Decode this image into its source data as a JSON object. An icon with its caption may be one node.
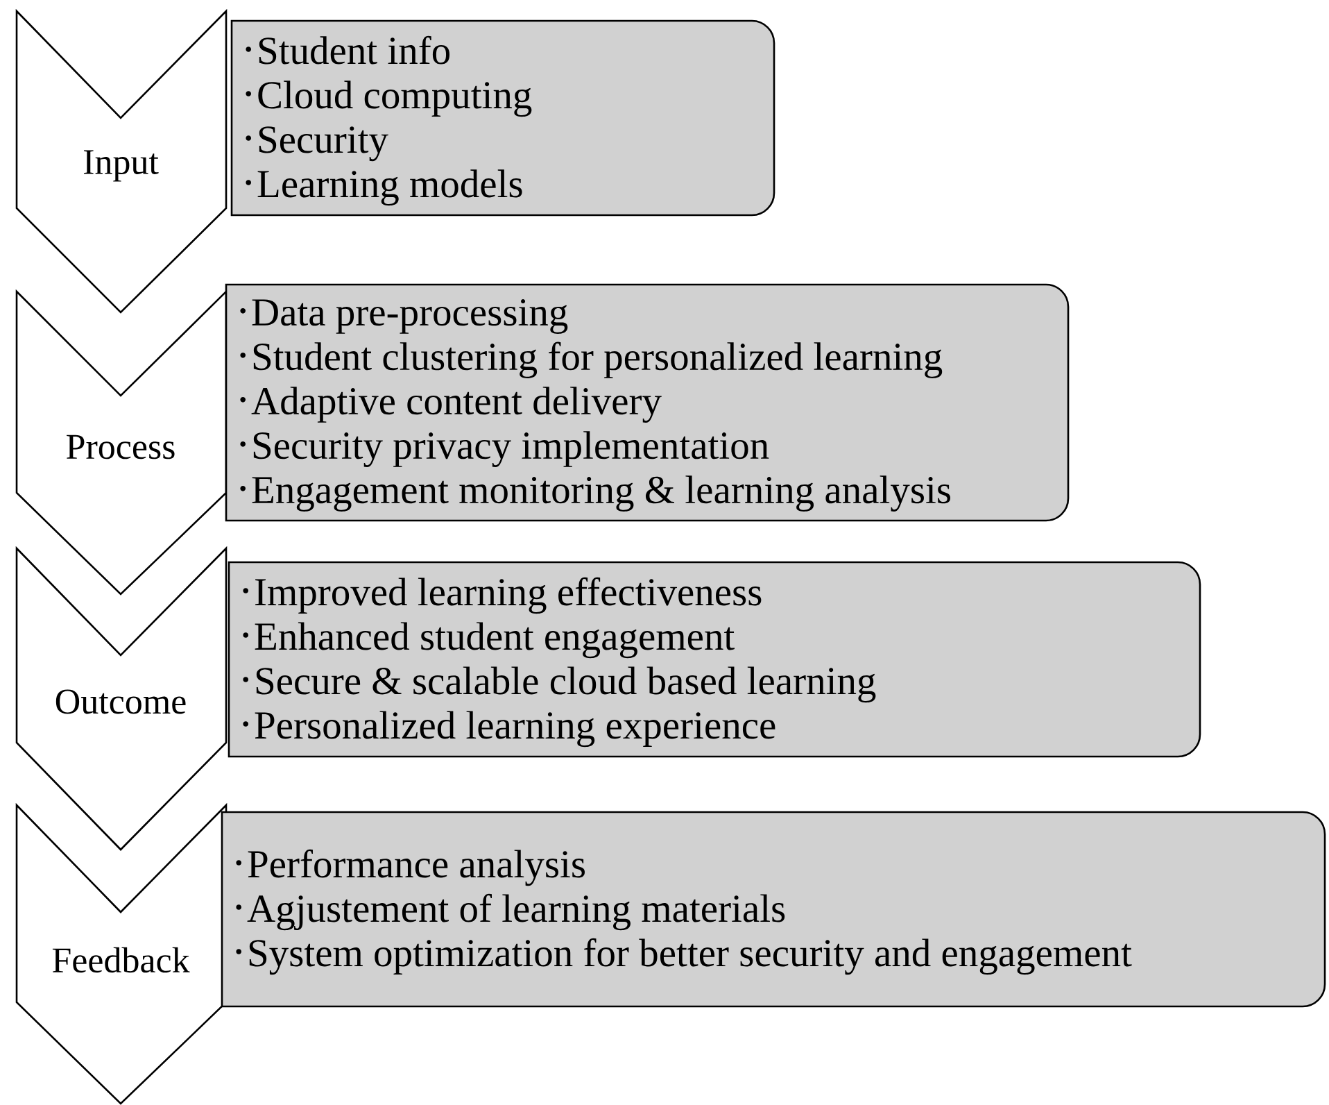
{
  "diagram": {
    "nodes": [
      {
        "text": [
          "Input"
        ]
      },
      {
        "text": [
          "Student info",
          "Cloud computing",
          "Security",
          "Learning models"
        ]
      },
      {
        "text": [
          "Process"
        ]
      },
      {
        "text": [
          "Data pre-processing",
          "Student clustering for personalized learning",
          "Adaptive content delivery",
          "Security  privacy implementation",
          "Engagement monitoring & learning analysis"
        ]
      },
      {
        "text": [
          "Outcome"
        ]
      },
      {
        "text": [
          "Improved learning effectiveness",
          "Enhanced student engagement",
          "Secure & scalable cloud based learning",
          "Personalized learning experience"
        ]
      },
      {
        "text": [
          "Feedback"
        ]
      },
      {
        "text": [
          "Performance analysis",
          "Agjustement of learning materials",
          "System optimization for better security and engagement"
        ]
      }
    ]
  }
}
